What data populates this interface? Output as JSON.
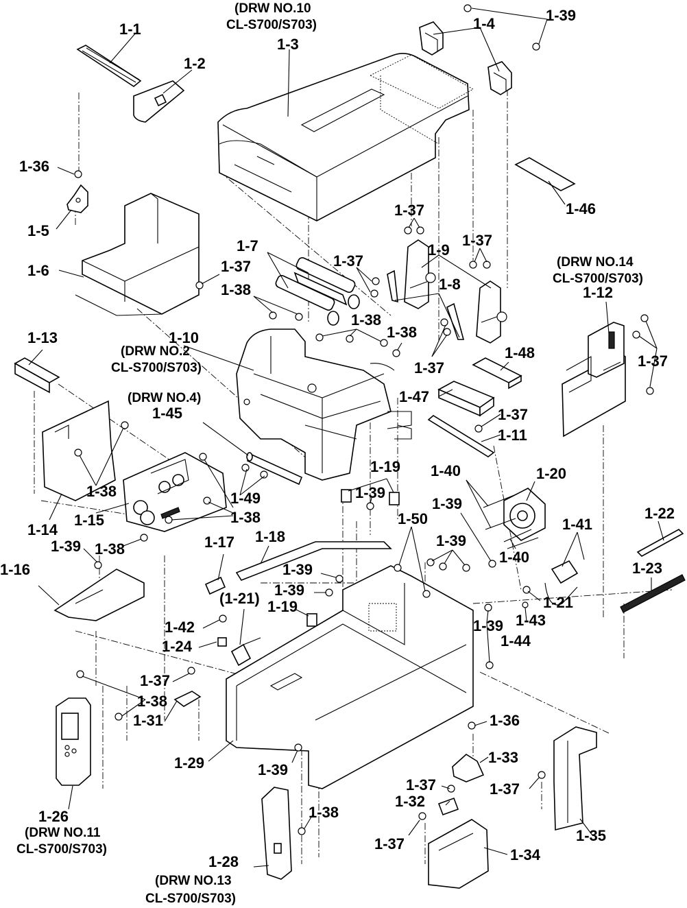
{
  "labels": {
    "p1_1": "1-1",
    "p1_2": "1-2",
    "p1_3": "1-3",
    "p1_4": "1-4",
    "p1_5": "1-5",
    "p1_6": "1-6",
    "p1_7": "1-7",
    "p1_8": "1-8",
    "p1_9": "1-9",
    "p1_10": "1-10",
    "p1_11": "1-11",
    "p1_12": "1-12",
    "p1_13": "1-13",
    "p1_14": "1-14",
    "p1_15": "1-15",
    "p1_16": "1-16",
    "p1_17": "1-17",
    "p1_18": "1-18",
    "p1_19a": "1-19",
    "p1_19b": "1-19",
    "p1_20": "1-20",
    "p1_21": "1-21",
    "p1_21p": "(1-21)",
    "p1_22": "1-22",
    "p1_23": "1-23",
    "p1_24": "1-24",
    "p1_26": "1-26",
    "p1_28": "1-28",
    "p1_29": "1-29",
    "p1_31": "1-31",
    "p1_32": "1-32",
    "p1_33": "1-33",
    "p1_34": "1-34",
    "p1_35": "1-35",
    "p1_36a": "1-36",
    "p1_36b": "1-36",
    "p1_37a": "1-37",
    "p1_37b": "1-37",
    "p1_37c": "1-37",
    "p1_37d": "1-37",
    "p1_37e": "1-37",
    "p1_37f": "1-37",
    "p1_37g": "1-37",
    "p1_37h": "1-37",
    "p1_37i": "1-37",
    "p1_37j": "1-37",
    "p1_37k": "1-37",
    "p1_38a": "1-38",
    "p1_38b": "1-38",
    "p1_38c": "1-38",
    "p1_38d": "1-38",
    "p1_38e": "1-38",
    "p1_38f": "1-38",
    "p1_38g": "1-38",
    "p1_38h": "1-38",
    "p1_39a": "1-39",
    "p1_39b": "1-39",
    "p1_39c": "1-39",
    "p1_39d": "1-39",
    "p1_39e": "1-39",
    "p1_39f": "1-39",
    "p1_39g": "1-39",
    "p1_39h": "1-39",
    "p1_39i": "1-39",
    "p1_40a": "1-40",
    "p1_40b": "1-40",
    "p1_41": "1-41",
    "p1_42": "1-42",
    "p1_43": "1-43",
    "p1_44": "1-44",
    "p1_45": "1-45",
    "p1_46": "1-46",
    "p1_47": "1-47",
    "p1_48": "1-48",
    "p1_49": "1-49",
    "p1_50": "1-50"
  },
  "refs": {
    "drw10_line1": "(DRW NO.10",
    "drw10_line2": "CL-S700/S703)",
    "drw2_line1": "(DRW NO.2",
    "drw2_line2": "CL-S700/S703)",
    "drw4": "(DRW NO.4)",
    "drw14_line1": "(DRW NO.14",
    "drw14_line2": "CL-S700/S703)",
    "drw11_line1": "(DRW NO.11",
    "drw11_line2": "CL-S700/S703)",
    "drw13_line1": "(DRW NO.13",
    "drw13_line2": "CL-S700/S703)"
  }
}
